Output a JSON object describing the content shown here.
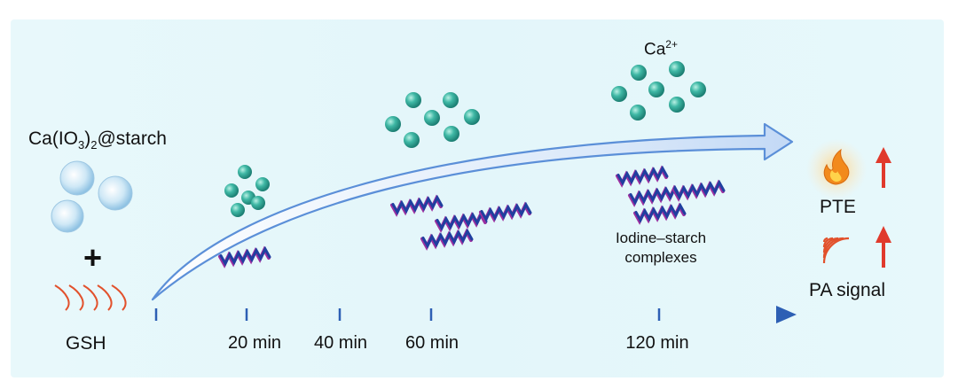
{
  "reagent_label": {
    "prefix": "Ca(IO",
    "sub": "3",
    "mid": ")",
    "sub2": "2",
    "suffix": "@starch"
  },
  "plus_sign": "+",
  "gsh_label": "GSH",
  "timeline": {
    "ticks": [
      "20 min",
      "40 min",
      "60 min",
      "120 min"
    ]
  },
  "ca_label": {
    "base": "Ca",
    "sup": "2+"
  },
  "complex_label": {
    "line1": "Iodine–starch",
    "line2": "complexes"
  },
  "outputs": {
    "pte": "PTE",
    "pa": "PA signal"
  },
  "colors": {
    "ion": "#3bb5a4",
    "helix": "#1f3f9f",
    "arrow": "#5b8fd8",
    "timeline": "#2d5fb4",
    "gsh": "#e2512c",
    "up_arrow": "#e03a2c",
    "flame": "#f28a1c"
  }
}
